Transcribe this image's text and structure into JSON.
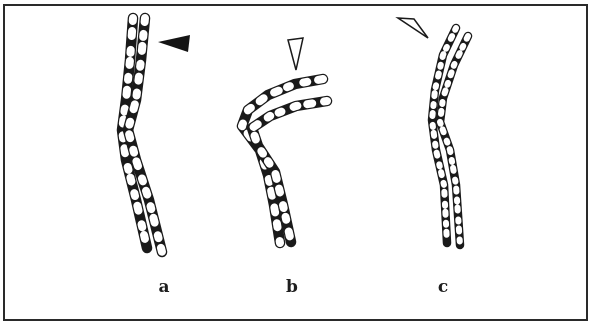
{
  "figure": {
    "panels": [
      {
        "label": "a",
        "arrowhead": "filled"
      },
      {
        "label": "b",
        "arrowhead": "open"
      },
      {
        "label": "c",
        "arrowhead": "open"
      }
    ],
    "colors": {
      "frame": "#2a2a2a",
      "band_dark": "#1a1a1a",
      "band_light": "#ffffff",
      "arrow_filled": "#141414",
      "label": "#1e1e1e"
    }
  }
}
